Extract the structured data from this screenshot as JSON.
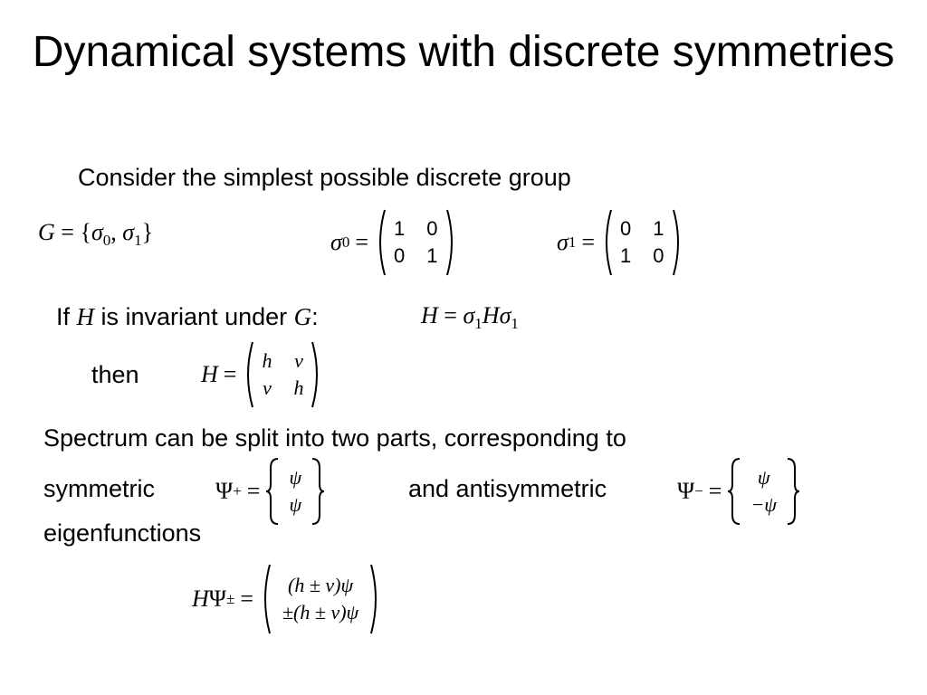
{
  "slide": {
    "title": "Dynamical systems with discrete symmetries",
    "intro": "Consider the simplest possible discrete group",
    "group_def": {
      "lhs": "G",
      "eq": " = {",
      "s": "σ",
      "i0": "0",
      "sep": ", ",
      "i1": "1",
      "close": "}"
    },
    "sigma0": {
      "sym": "σ",
      "idx": "0",
      "eq": "=",
      "m": [
        "1",
        "0",
        "0",
        "1"
      ]
    },
    "sigma1": {
      "sym": "σ",
      "idx": "1",
      "eq": "=",
      "m": [
        "0",
        "1",
        "1",
        "0"
      ]
    },
    "invariant": {
      "if": "If ",
      "H": "H",
      "mid": " is invariant under ",
      "G": "G",
      "colon": ":"
    },
    "inv_eq": {
      "H": "H",
      "eq": " = ",
      "s": "σ",
      "i1": "1",
      "H2": "H",
      "s2": "σ",
      "i2": "1"
    },
    "then": "then",
    "hmatrix": {
      "H": "H",
      "eq": "=",
      "m": [
        "h",
        "v",
        "v",
        "h"
      ]
    },
    "spectrum": "Spectrum can be split into two parts, corresponding to",
    "symmetric": "symmetric",
    "psi_plus": {
      "sym": "Ψ",
      "idx": "+",
      "eq": "=",
      "v": [
        "ψ",
        "ψ"
      ]
    },
    "antisym": "and antisymmetric",
    "psi_minus": {
      "sym": "Ψ",
      "idx": "−",
      "eq": "=",
      "v": [
        "ψ",
        "−ψ"
      ]
    },
    "eigen": "eigenfunctions",
    "final": {
      "H": "H",
      "sym": "Ψ",
      "idx": "±",
      "eq": "=",
      "v": [
        "(h ± v)ψ",
        "±(h ± v)ψ"
      ]
    }
  }
}
